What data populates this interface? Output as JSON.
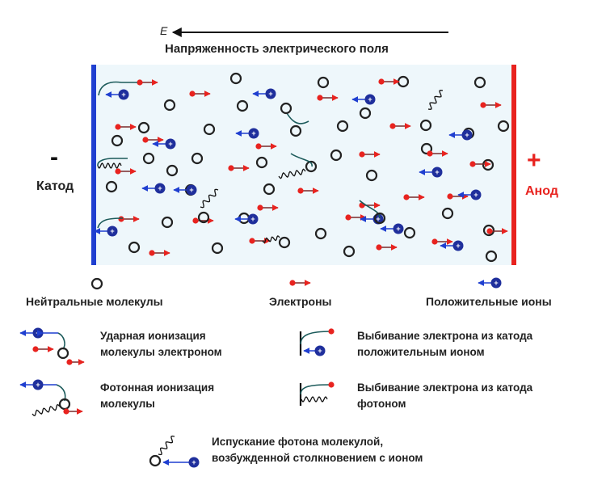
{
  "field": {
    "symbol": "E",
    "title": "Напряженность электрического поля"
  },
  "electrodes": {
    "cathode": {
      "sign": "-",
      "label": "Катод",
      "color": "#1f3fd0"
    },
    "anode": {
      "sign": "+",
      "label": "Анод",
      "color": "#e8231f"
    }
  },
  "colors": {
    "electron": "#e8231f",
    "ion": "#1f2f9c",
    "molecule": "#222222",
    "chamber": "#eef7fb"
  },
  "legend": {
    "neutral": "Нейтральные молекулы",
    "electrons": "Электроны",
    "ions": "Положительные ионы",
    "ion_sign": "+",
    "impact_ionization": [
      "Ударная ионизация",
      "молекулы электроном"
    ],
    "photon_ionization": [
      "Фотонная ионизация",
      "молекулы"
    ],
    "ion_emission": [
      "Выбивание электрона из катода",
      "положительным ионом"
    ],
    "photo_emission": [
      "Выбивание электрона из катода",
      "фотоном"
    ],
    "photon_emission": [
      "Испускание фотона молекулой,",
      "возбужденной столкновением с ионом"
    ]
  }
}
